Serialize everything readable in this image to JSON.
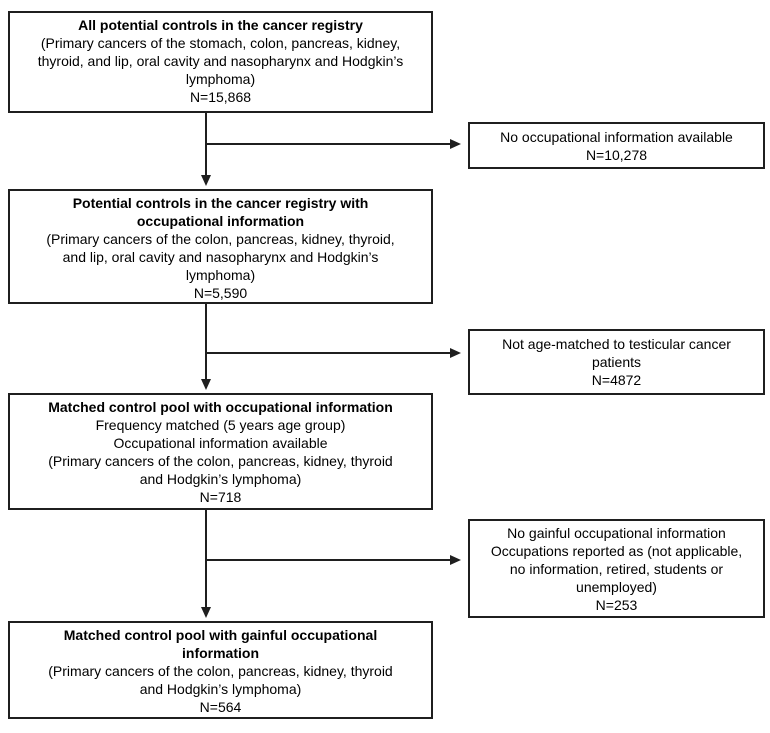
{
  "flowchart": {
    "main_boxes": [
      {
        "id": "all-potential-controls",
        "title_lines": [
          "All potential controls in the cancer registry"
        ],
        "body_lines": [
          "(Primary cancers of the stomach, colon, pancreas, kidney,",
          "thyroid, and lip, oral cavity and nasopharynx and Hodgkin’s",
          "lymphoma)",
          "N=15,868"
        ]
      },
      {
        "id": "potential-controls-with-occupational-information",
        "title_lines": [
          "Potential controls in the cancer registry with",
          "occupational information"
        ],
        "body_lines": [
          "(Primary cancers of the colon, pancreas, kidney, thyroid,",
          "and lip, oral cavity and nasopharynx and Hodgkin’s",
          "lymphoma)",
          "N=5,590"
        ]
      },
      {
        "id": "matched-control-pool",
        "title_lines": [
          "Matched control pool with occupational information"
        ],
        "body_lines": [
          "Frequency matched (5 years age group)",
          "Occupational information available",
          "(Primary cancers of the colon, pancreas, kidney, thyroid",
          "and Hodgkin’s lymphoma)",
          "N=718"
        ]
      },
      {
        "id": "matched-control-pool-gainful",
        "title_lines": [
          "Matched control pool with gainful occupational",
          "information"
        ],
        "body_lines": [
          "(Primary cancers of the colon, pancreas, kidney, thyroid",
          "and Hodgkin’s lymphoma)",
          "N=564"
        ]
      }
    ],
    "side_boxes": [
      {
        "id": "excluded-no-occupational-information",
        "body_lines": [
          "No occupational information available",
          "N=10,278"
        ]
      },
      {
        "id": "excluded-not-age-matched",
        "body_lines": [
          "Not age-matched to testicular cancer",
          "patients",
          "N=4872"
        ]
      },
      {
        "id": "excluded-no-gainful-occupational-information",
        "body_lines": [
          "No gainful occupational information",
          "Occupations reported as (not applicable,",
          "no information, retired, students or",
          "unemployed)",
          "N=253"
        ]
      }
    ],
    "colors": {
      "background": "#ffffff",
      "box_border": "#1f1f1f",
      "text": "#000000",
      "arrow": "#1f1f1f"
    }
  }
}
